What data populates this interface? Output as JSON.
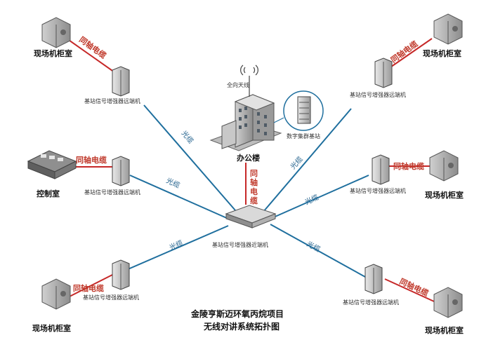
{
  "diagram": {
    "title_line1": "金陵亨斯迈环氧丙烷项目",
    "title_line2": "无线对讲系统拓扑图",
    "hub_label": "基站信号增强器近端机",
    "office": {
      "label": "办公楼",
      "antenna_label": "全向天线",
      "base_station_label": "数字集群基站",
      "coax_label": "同轴电缆"
    },
    "control_room": {
      "label": "控制室"
    },
    "remote_label": "基站信号增强器远端机",
    "coax_label": "同轴电缆",
    "fiber_label": "光缆",
    "site_label": "现场机柜室"
  },
  "colors": {
    "fiber_line": "#1f6f9e",
    "coax_line": "#c62828",
    "coax_text": "#c0392b",
    "fiber_text": "#1f5f8b"
  }
}
